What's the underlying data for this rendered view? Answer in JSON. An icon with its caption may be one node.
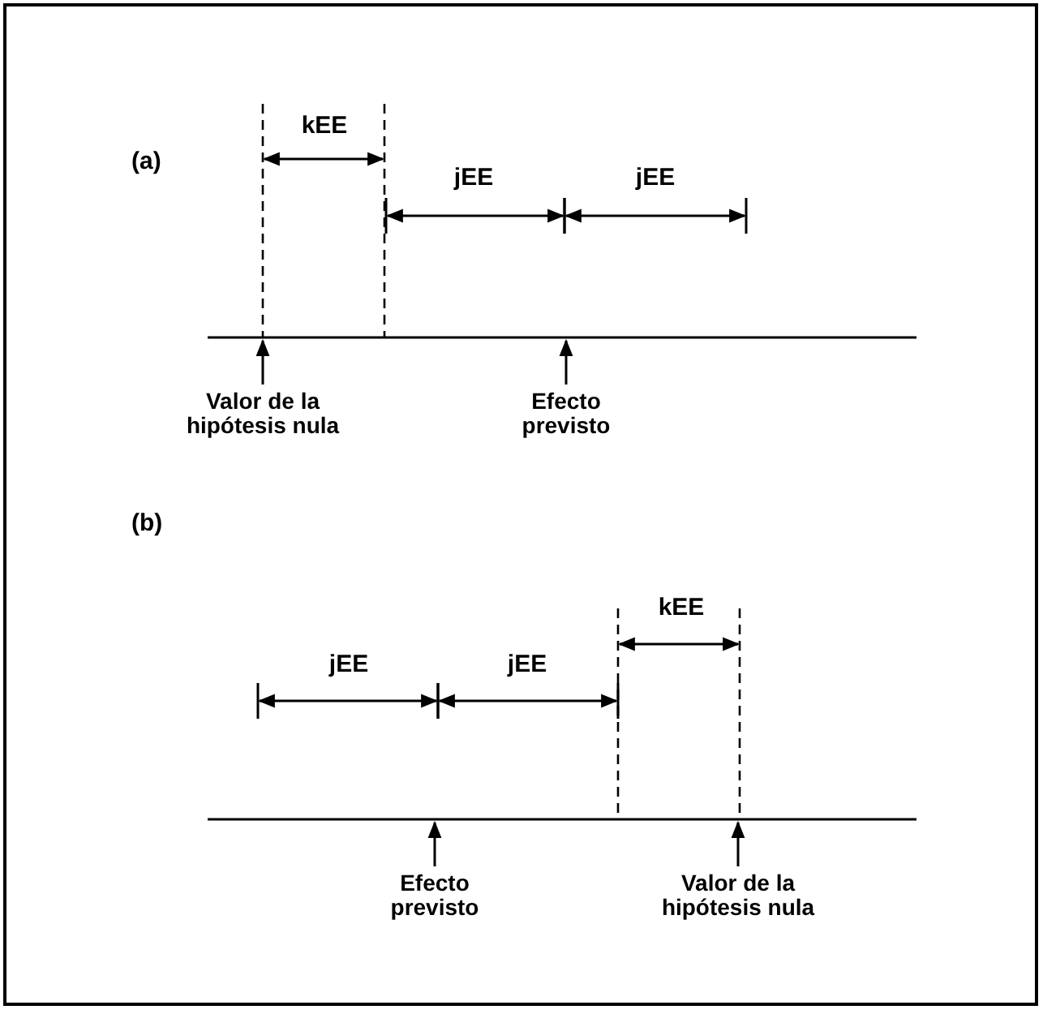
{
  "diagram": {
    "nodes": [
      {
        "text": [
          "Valor de la hipótesis nula"
        ]
      },
      {
        "text": [
          "Efecto previsto"
        ]
      },
      {
        "text": [
          "Efecto previsto"
        ]
      },
      {
        "text": [
          "Valor de la hipótesis nula"
        ]
      }
    ],
    "edges": [
      {
        "from": 0,
        "to": null,
        "arrow": "to"
      },
      {
        "from": 1,
        "to": null,
        "arrow": "to"
      },
      {
        "from": 2,
        "to": null,
        "arrow": "to"
      },
      {
        "from": 3,
        "to": null,
        "arrow": "to"
      }
    ],
    "labels": [
      "(a)",
      "kEE",
      "jEE",
      "jEE",
      "(b)",
      "jEE",
      "jEE",
      "kEE"
    ]
  }
}
